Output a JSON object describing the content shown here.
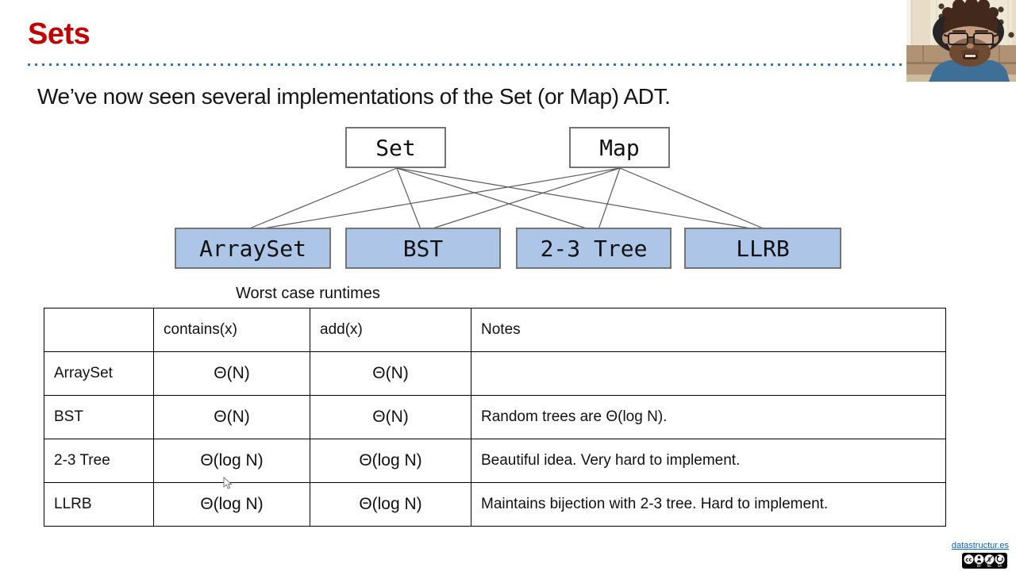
{
  "header": {
    "title": "Sets",
    "title_color": "#C00000",
    "divider_color": "#2E75B6"
  },
  "intro": {
    "text": "We’ve now seen several implementations of the Set (or Map) ADT."
  },
  "diagram": {
    "adt_nodes": [
      {
        "label": "Set"
      },
      {
        "label": "Map"
      }
    ],
    "impl_nodes": [
      {
        "label": "ArraySet"
      },
      {
        "label": "BST"
      },
      {
        "label": "2-3 Tree"
      },
      {
        "label": "LLRB"
      }
    ],
    "edges": [
      [
        "Set",
        "ArraySet"
      ],
      [
        "Set",
        "BST"
      ],
      [
        "Set",
        "2-3 Tree"
      ],
      [
        "Set",
        "LLRB"
      ],
      [
        "Map",
        "ArraySet"
      ],
      [
        "Map",
        "BST"
      ],
      [
        "Map",
        "2-3 Tree"
      ],
      [
        "Map",
        "LLRB"
      ]
    ],
    "impl_fill_color": "#ADC6E8",
    "box_border_color": "#757575"
  },
  "runtime_table": {
    "caption": "Worst case runtimes",
    "headers": {
      "impl": "",
      "contains": "contains(x)",
      "add": "add(x)",
      "notes": "Notes"
    },
    "rows": [
      {
        "impl": "ArraySet",
        "contains": "Θ(N)",
        "add": "Θ(N)",
        "notes": ""
      },
      {
        "impl": "BST",
        "contains": "Θ(N)",
        "add": "Θ(N)",
        "notes": "Random trees are Θ(log N)."
      },
      {
        "impl": "2-3 Tree",
        "contains": "Θ(log N)",
        "add": "Θ(log N)",
        "notes": "Beautiful idea. Very hard to implement."
      },
      {
        "impl": "LLRB",
        "contains": "Θ(log N)",
        "add": "Θ(log N)",
        "notes": "Maintains bijection with 2-3 tree. Hard to implement."
      }
    ]
  },
  "footer": {
    "site_link": "datastructur.es",
    "link_color": "#0563C1",
    "license_name": "CC BY-NC-SA",
    "license_cc": "cc",
    "license_labels": [
      "BY",
      "NC",
      "SA"
    ]
  },
  "webcam": {
    "wall_color": "#e8dcc7",
    "couch_color": "#b09274",
    "shirt_color": "#3e7097",
    "skin_color": "#c79c7e",
    "hair_color": "#42291c"
  }
}
